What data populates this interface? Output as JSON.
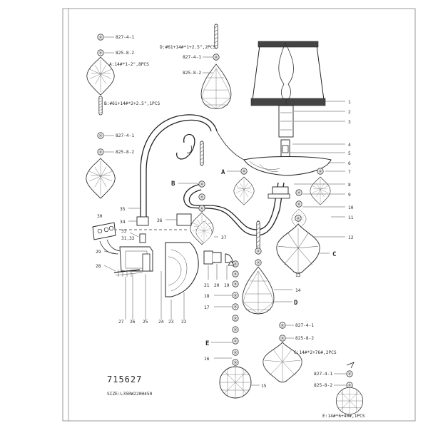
{
  "drawing": {
    "model_number": "715627",
    "size_text": "SIZE:L350W220H450"
  },
  "assemblies": {
    "A": {
      "letter": "A",
      "spec": "A:14#*1-2\",8PCS",
      "parts": [
        "827-4-1",
        "825-8-2"
      ]
    },
    "B": {
      "letter": "B",
      "spec": "B:#61+14#*2+2.5\",1PCS",
      "parts": [
        "827-4-1",
        "825-8-2"
      ]
    },
    "C": {
      "letter": "C",
      "spec": "C:14#*2+76#,2PCS",
      "parts": [
        "827-4-1",
        "825-8-2"
      ]
    },
    "D": {
      "letter": "D",
      "spec": "D:#61+14#*1+2.5\",2PCS",
      "parts": [
        "827-4-1",
        "825-8-2"
      ]
    },
    "E": {
      "letter": "E",
      "spec": "E:14#*6+40#,1PCS",
      "parts": [
        "827-4-1",
        "825-8-2"
      ]
    }
  },
  "callouts_right": [
    "1",
    "2",
    "3",
    "4",
    "5",
    "6",
    "7",
    "8",
    "9",
    "10",
    "11",
    "12"
  ],
  "callouts_center": [
    "13",
    "14",
    "15",
    "16",
    "17",
    "18",
    "19",
    "20",
    "21"
  ],
  "callouts_bottom": [
    "22",
    "23",
    "24",
    "25",
    "26",
    "27",
    "28",
    "29",
    "30",
    "31,32",
    "33",
    "34",
    "35",
    "36",
    "37"
  ]
}
